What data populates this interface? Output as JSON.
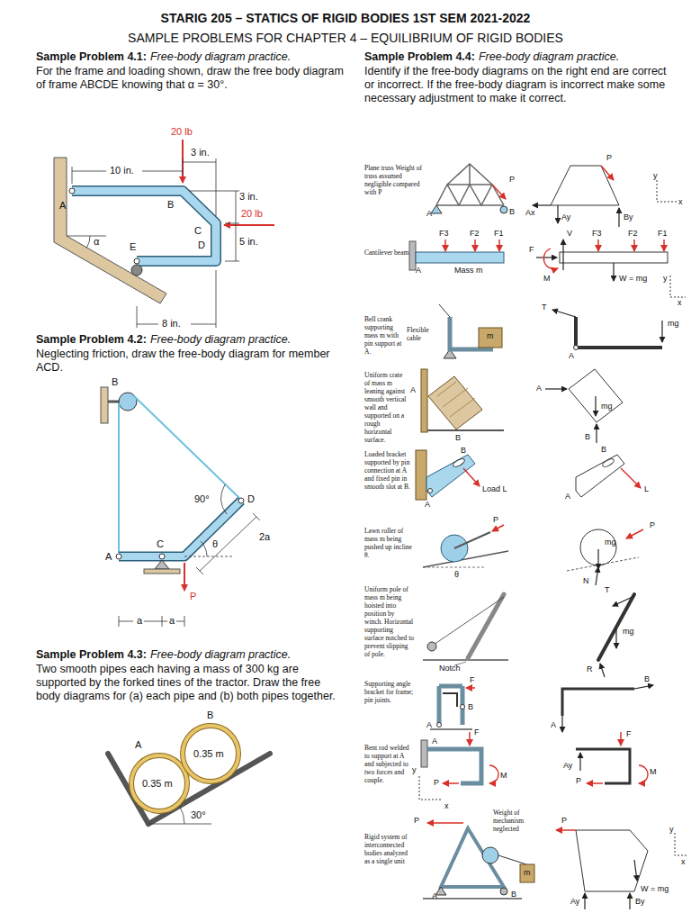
{
  "diagram": {
    "title": "STARIG 205 – STATICS OF RIGID BODIES 1ST SEM 2021-2022",
    "labels": [
      "SAMPLE PROBLEMS FOR CHAPTER 4 – EQUILIBRIUM OF RIGID BODIES",
      "Sample Problem 4.1:",
      "Free-body diagram practice.",
      "For the frame and loading shown, draw the free body diagram of frame ABCDE knowing that α = 30°.",
      "20 lb",
      "3 in.",
      "10 in.",
      "A",
      "B",
      "3 in.",
      "C",
      "20 lb",
      "5 in.",
      "E",
      "D",
      "α",
      "8 in.",
      "Sample Problem 4.2:",
      "Free-body diagram practice.",
      "Neglecting friction, draw the free-body diagram for member ACD.",
      "B",
      "90°",
      "D",
      "θ",
      "2a",
      "A",
      "C",
      "P",
      "a",
      "a",
      "Sample Problem 4.3:",
      "Free-body diagram practice.",
      "Two smooth pipes each having a mass of 300 kg are supported by the forked tines of the tractor. Draw the free body diagrams for (a) each pipe and (b) both pipes together.",
      "B",
      "A",
      "0.35 m",
      "0.35 m",
      "30°",
      "Sample Problem 4.4:",
      "Free-body diagram practice.",
      "Identify if the free-body diagrams on the right end are correct or incorrect. If the free-body diagram is incorrect make some necessary adjustment to make it correct.",
      "Plane truss Weight of truss assumed negligible compared with P",
      "P",
      "A",
      "B",
      "P",
      "y",
      "x",
      "Ax",
      "Ay",
      "By",
      "Cantilever beam",
      "F3",
      "F2",
      "F1",
      "A",
      "Mass m",
      "V",
      "F3",
      "F2",
      "F1",
      "F",
      "M",
      "W = mg",
      "y",
      "x",
      "Bell crank supporting mass m with pin support at A.",
      "Flexible cable",
      "m",
      "T",
      "mg",
      "A",
      "Uniform crate of mass m leaning against smooth vertical wall and supported on a rough horizontal surface.",
      "A",
      "B",
      "A",
      "mg",
      "B",
      "Loaded bracket supported by pin connection at A and fixed pin in smooth slot at B.",
      "B",
      "A",
      "Load L",
      "B",
      "A",
      "L",
      "Lawn roller of mass m being pushed up incline θ.",
      "P",
      "θ",
      "P",
      "mg",
      "N",
      "Uniform pole of mass m being hoisted into position by winch. Horizontal supporting surface notched to prevent slipping of pole.",
      "Notch",
      "T",
      "mg",
      "R",
      "Supporting angle bracket for frame; pin joints.",
      "F",
      "B",
      "A",
      "B",
      "A",
      "Bent rod welded to support at A and subjected to two forces and couple.",
      "A",
      "y",
      "x",
      "F",
      "M",
      "P",
      "F",
      "Ay",
      "M",
      "P",
      "Rigid system of interconnected bodies analyzed as a single unit",
      "Weight of mechanism neglected",
      "P",
      "A",
      "B",
      "m",
      "P",
      "y",
      "x",
      "W = mg",
      "Ay",
      "By"
    ]
  }
}
